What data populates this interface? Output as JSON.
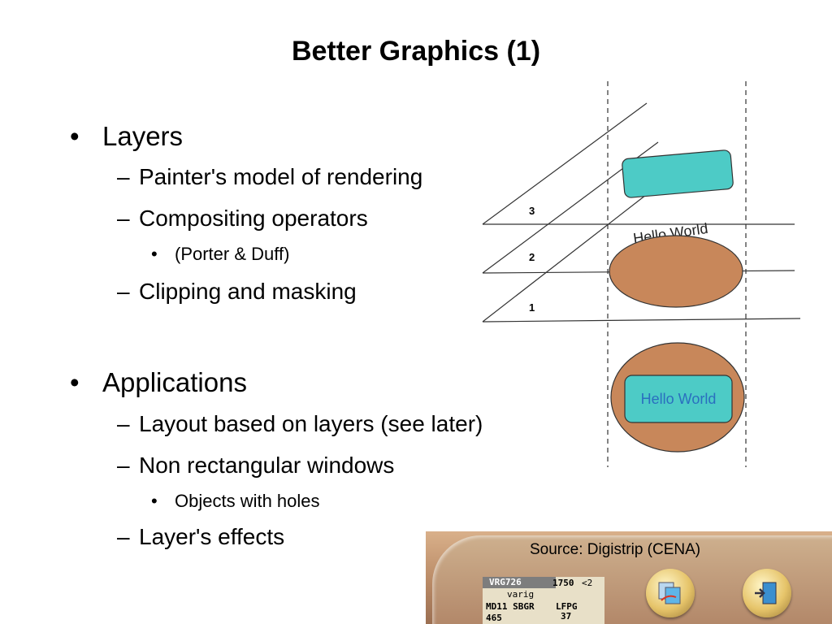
{
  "slide": {
    "title": "Better Graphics (1)",
    "bullets": [
      {
        "text": "Layers"
      },
      {
        "text": "Painter's model of rendering"
      },
      {
        "text": "Compositing operators"
      },
      {
        "text": "(Porter & Duff)"
      },
      {
        "text": "Clipping and masking"
      },
      {
        "text": "Applications"
      },
      {
        "text": "Layout based on layers (see later)"
      },
      {
        "text": "Non rectangular windows"
      },
      {
        "text": "Objects with holes"
      },
      {
        "text": "Layer's effects"
      }
    ],
    "markers": {
      "level1": "•",
      "level2": "–",
      "level3": "•"
    }
  },
  "diagram": {
    "layer_labels": [
      "3",
      "2",
      "1"
    ],
    "hello_top": "Hello World",
    "hello_bottom": "Hello World",
    "colors": {
      "teal": "#4dcbc6",
      "brown": "#c8875a",
      "line": "#333333"
    }
  },
  "photo": {
    "source": "Source: Digistrip (CENA)",
    "strip": {
      "callsign": "VRG726",
      "company": "varig",
      "aircraft": "MD11 SBGR",
      "level": "465",
      "altitude": "1750",
      "dest": "LFPG",
      "num": "37",
      "extra": "<2"
    },
    "buttons": [
      "copy-icon",
      "exit-icon"
    ]
  }
}
